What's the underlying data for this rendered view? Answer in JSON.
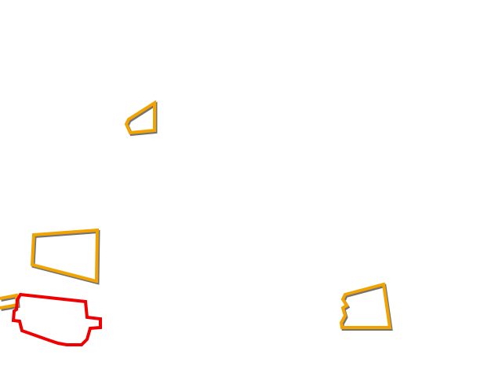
{
  "colors": {
    "background": "#ffffff",
    "outline_orange": "#f2a300",
    "outline_red": "#f00000",
    "shadow": "#000000"
  },
  "shapes": [
    {
      "name": "small-wedge-outline",
      "color": "outline_orange"
    },
    {
      "name": "quad-outline-left",
      "color": "outline_orange"
    },
    {
      "name": "edge-sliver-outline",
      "color": "outline_orange"
    },
    {
      "name": "highlighted-polygon-outline",
      "color": "outline_red"
    },
    {
      "name": "quad-outline-right",
      "color": "outline_orange"
    }
  ]
}
